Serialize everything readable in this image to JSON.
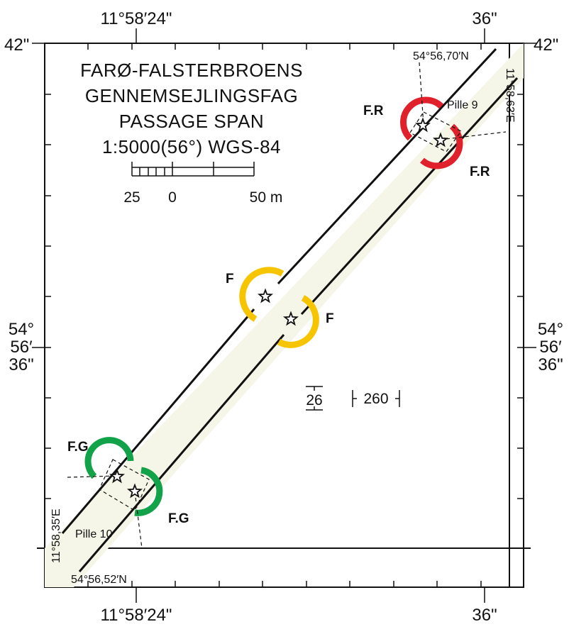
{
  "map": {
    "title_lines": [
      "FARØ-FALSTERBROENS",
      "GENNEMSEJLINGSFAG",
      "PASSAGE SPAN",
      "1:5000(56°) WGS-84"
    ],
    "border_labels": {
      "top_left_lon": "11°58′24\"",
      "top_right_lon": "36\"",
      "bottom_left_lon": "11°58′24\"",
      "bottom_right_lon": "36\"",
      "top_left_lat": "42\"",
      "top_right_lat": "42\"",
      "mid_left_lat_deg": "54°",
      "mid_left_lat_min": "56′",
      "mid_left_lat_sec": "36\"",
      "mid_right_lat_deg": "54°",
      "mid_right_lat_min": "56′",
      "mid_right_lat_sec": "36\""
    },
    "scale_bar": {
      "labels": [
        "25",
        "0",
        "50 m"
      ]
    },
    "coordinates": {
      "ne_lat": "54°56,70′N",
      "ne_lon": "11°58,63′E",
      "sw_lat": "54°56,52′N",
      "sw_lon": "11°58,35′E"
    },
    "piers": {
      "north": "Pille 9",
      "south": "Pille 10"
    },
    "light_labels": {
      "red_top": "F.R",
      "red_bottom": "F.R",
      "yellow_top": "F",
      "yellow_bottom": "F",
      "green_top": "F.G",
      "green_bottom": "F.G"
    },
    "depths": {
      "sounding": "26",
      "clearance": "260"
    },
    "colors": {
      "channel_fill": "#f5f5e8",
      "red_light": "#e0202a",
      "yellow_light": "#f7c400",
      "green_light": "#12a24a",
      "line": "#111111"
    }
  }
}
